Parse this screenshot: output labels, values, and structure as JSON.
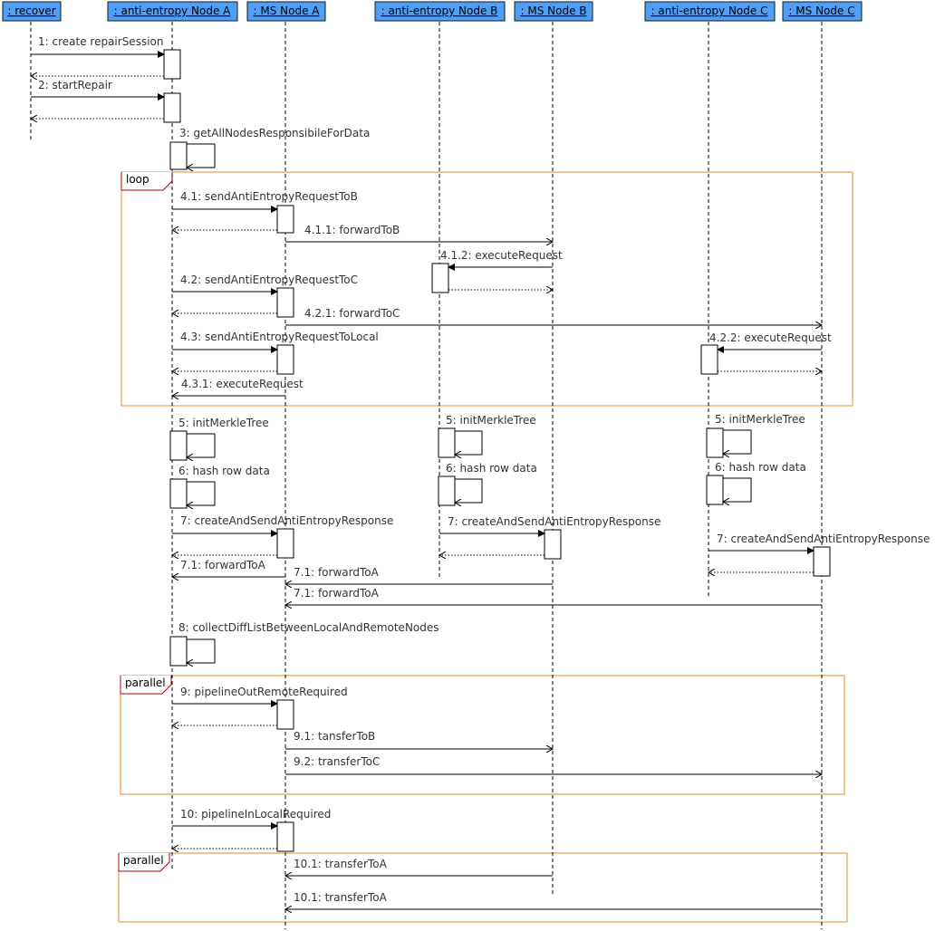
{
  "participants": [
    {
      "id": "recover",
      "label": ": recover"
    },
    {
      "id": "aeA",
      "label": ": anti-entropy Node A"
    },
    {
      "id": "msA",
      "label": ": MS Node A"
    },
    {
      "id": "aeB",
      "label": ": anti-entropy Node B"
    },
    {
      "id": "msB",
      "label": ": MS Node B"
    },
    {
      "id": "aeC",
      "label": ": anti-entropy Node C"
    },
    {
      "id": "msC",
      "label": ": MS Node C"
    }
  ],
  "fragments": [
    {
      "kind": "loop",
      "label": "loop"
    },
    {
      "kind": "parallel",
      "label": "parallel"
    },
    {
      "kind": "parallel",
      "label": "parallel"
    }
  ],
  "messages": [
    {
      "label": "1: create repairSession",
      "from": "recover",
      "to": "aeA"
    },
    {
      "label": "2: startRepair",
      "from": "recover",
      "to": "aeA"
    },
    {
      "label": "3: getAllNodesResponsibileForData",
      "from": "aeA",
      "to": "aeA",
      "self": true
    },
    {
      "label": "4.1: sendAntiEntropyRequestToB",
      "from": "aeA",
      "to": "msA"
    },
    {
      "label": "4.1.1: forwardToB",
      "from": "msA",
      "to": "msB"
    },
    {
      "label": "4.1.2: executeRequest",
      "from": "msB",
      "to": "aeB"
    },
    {
      "label": "4.2: sendAntiEntropyRequestToC",
      "from": "aeA",
      "to": "msA"
    },
    {
      "label": "4.2.1: forwardToC",
      "from": "msA",
      "to": "msC"
    },
    {
      "label": "4.3: sendAntiEntropyRequestToLocal",
      "from": "aeA",
      "to": "msA"
    },
    {
      "label": "4.2.2: executeRequest",
      "from": "msC",
      "to": "aeC"
    },
    {
      "label": "4.3.1: executeRequest",
      "from": "msA",
      "to": "aeA"
    },
    {
      "label": "5: initMerkleTree",
      "from": "aeA",
      "to": "aeA",
      "self": true
    },
    {
      "label": "5: initMerkleTree",
      "from": "aeB",
      "to": "aeB",
      "self": true
    },
    {
      "label": "5: initMerkleTree",
      "from": "aeC",
      "to": "aeC",
      "self": true
    },
    {
      "label": "6: hash row data",
      "from": "aeA",
      "to": "aeA",
      "self": true
    },
    {
      "label": "6: hash row data",
      "from": "aeB",
      "to": "aeB",
      "self": true
    },
    {
      "label": "6: hash row data",
      "from": "aeC",
      "to": "aeC",
      "self": true
    },
    {
      "label": "7: createAndSendAntiEntropyResponse",
      "from": "aeA",
      "to": "msA"
    },
    {
      "label": "7: createAndSendAntiEntropyResponse",
      "from": "aeB",
      "to": "msB"
    },
    {
      "label": "7: createAndSendAntiEntropyResponse",
      "from": "aeC",
      "to": "msC"
    },
    {
      "label": "7.1: forwardToA",
      "from": "msA",
      "to": "aeA"
    },
    {
      "label": "7.1: forwardToA",
      "from": "msB",
      "to": "msA"
    },
    {
      "label": "7.1: forwardToA",
      "from": "msC",
      "to": "msA"
    },
    {
      "label": "8: collectDiffListBetweenLocalAndRemoteNodes",
      "from": "aeA",
      "to": "aeA",
      "self": true
    },
    {
      "label": "9: pipelineOutRemoteRequired",
      "from": "aeA",
      "to": "msA"
    },
    {
      "label": "9.1: tansferToB",
      "from": "msA",
      "to": "msB"
    },
    {
      "label": "9.2: transferToC",
      "from": "msA",
      "to": "msC"
    },
    {
      "label": "10: pipelineInLocalRequired",
      "from": "aeA",
      "to": "msA"
    },
    {
      "label": "10.1: transferToA",
      "from": "msB",
      "to": "msA"
    },
    {
      "label": "10.1: transferToA",
      "from": "msC",
      "to": "msA"
    }
  ],
  "colors": {
    "participant_fill": "#4f9ff7",
    "fragment_border": "#e08c2a",
    "fragment_tab_border": "#b30000"
  }
}
